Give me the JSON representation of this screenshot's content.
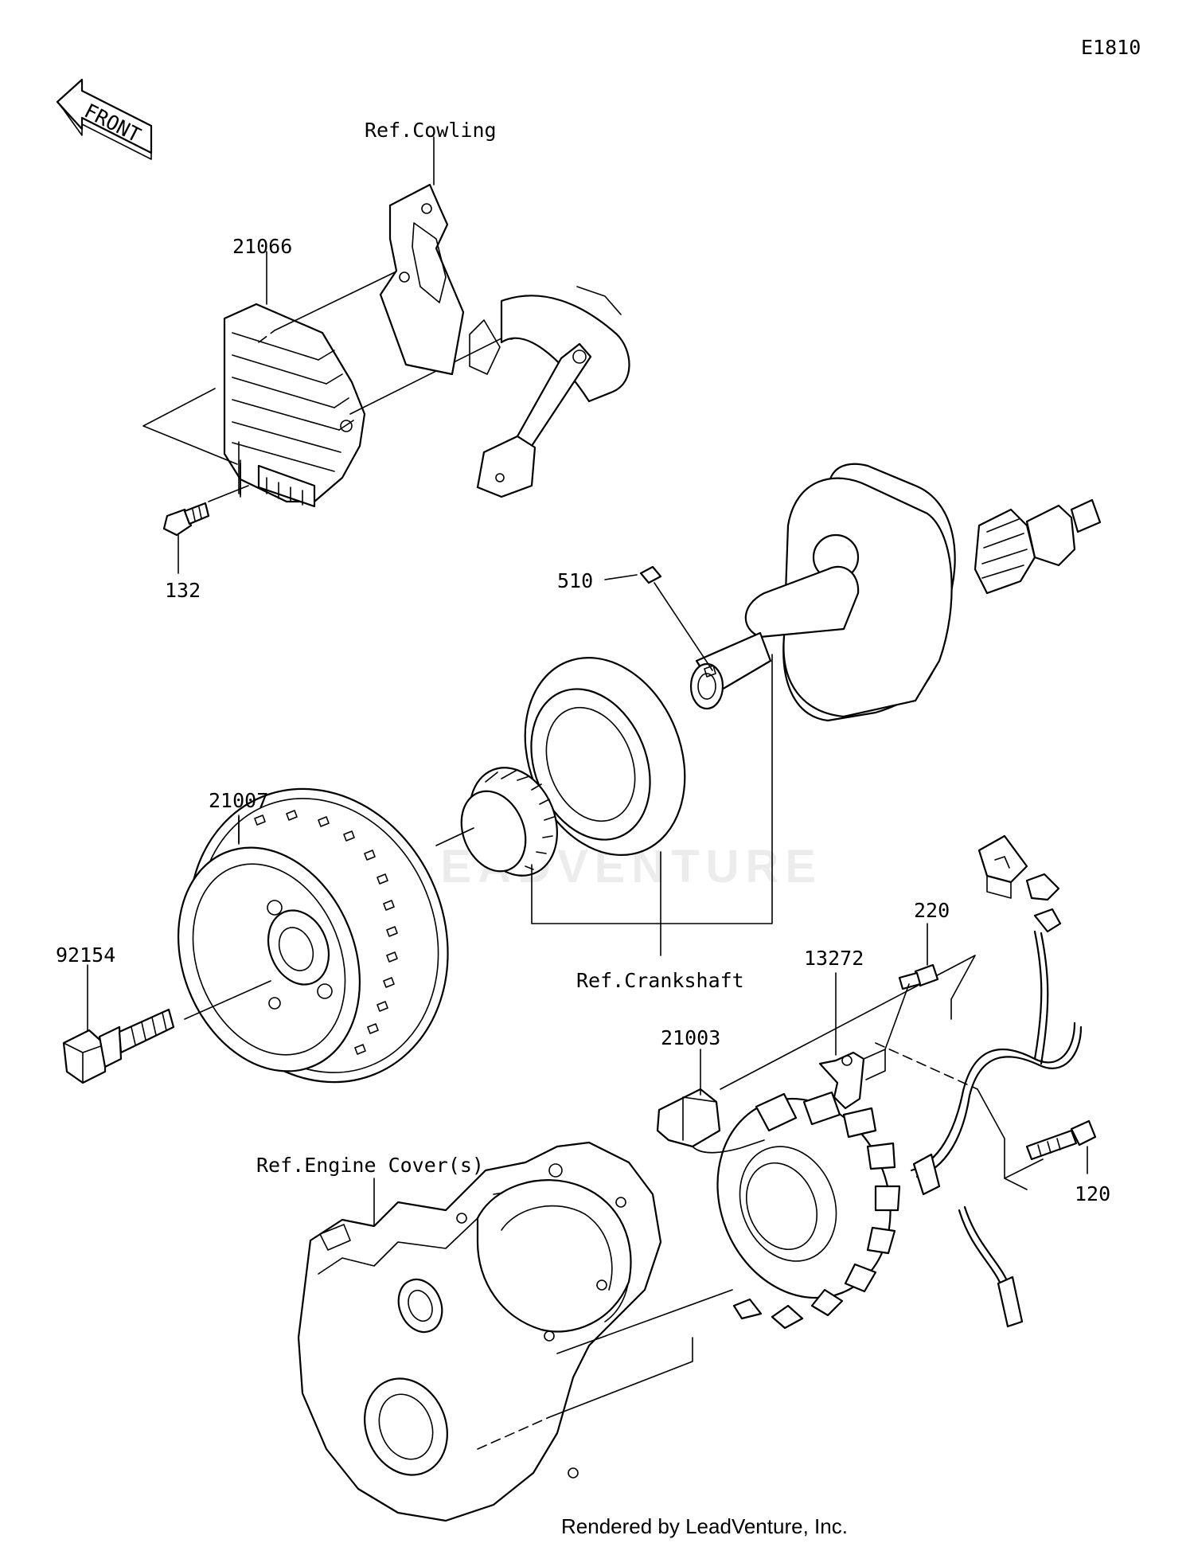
{
  "diagram_code": "E1810",
  "front_label": "FRONT",
  "watermark": "LEADVENTURE",
  "footer": "Rendered by LeadVenture, Inc.",
  "parts": {
    "p21066": "21066",
    "p132": "132",
    "p510": "510",
    "p21007": "21007",
    "p92154": "92154",
    "p220": "220",
    "p13272": "13272",
    "p21003": "21003",
    "p120": "120"
  },
  "references": {
    "cowling": "Ref.Cowling",
    "crankshaft": "Ref.Crankshaft",
    "engine_cover": "Ref.Engine Cover(s)"
  }
}
